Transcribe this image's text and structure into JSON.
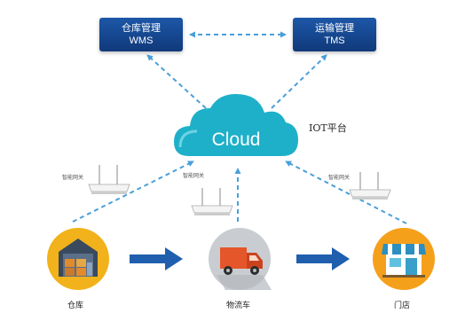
{
  "wms": {
    "line1": "仓库管理",
    "line2": "WMS"
  },
  "tms": {
    "line1": "运输管理",
    "line2": "TMS"
  },
  "cloud": {
    "label": "Cloud"
  },
  "iot_label": "IOT平台",
  "gateway_label": "智能网关",
  "nodes": {
    "warehouse": "仓库",
    "truck": "物流车",
    "store": "门店"
  },
  "colors": {
    "dash": "#4a9fd8",
    "box": "#1b4f9c",
    "cloud": "#1fb0c9",
    "flow_arrow": "#1f5fae",
    "warehouse_bg": "#f2b21b",
    "truck_bg": "#c9cdd1",
    "store_bg": "#f5a01a"
  }
}
